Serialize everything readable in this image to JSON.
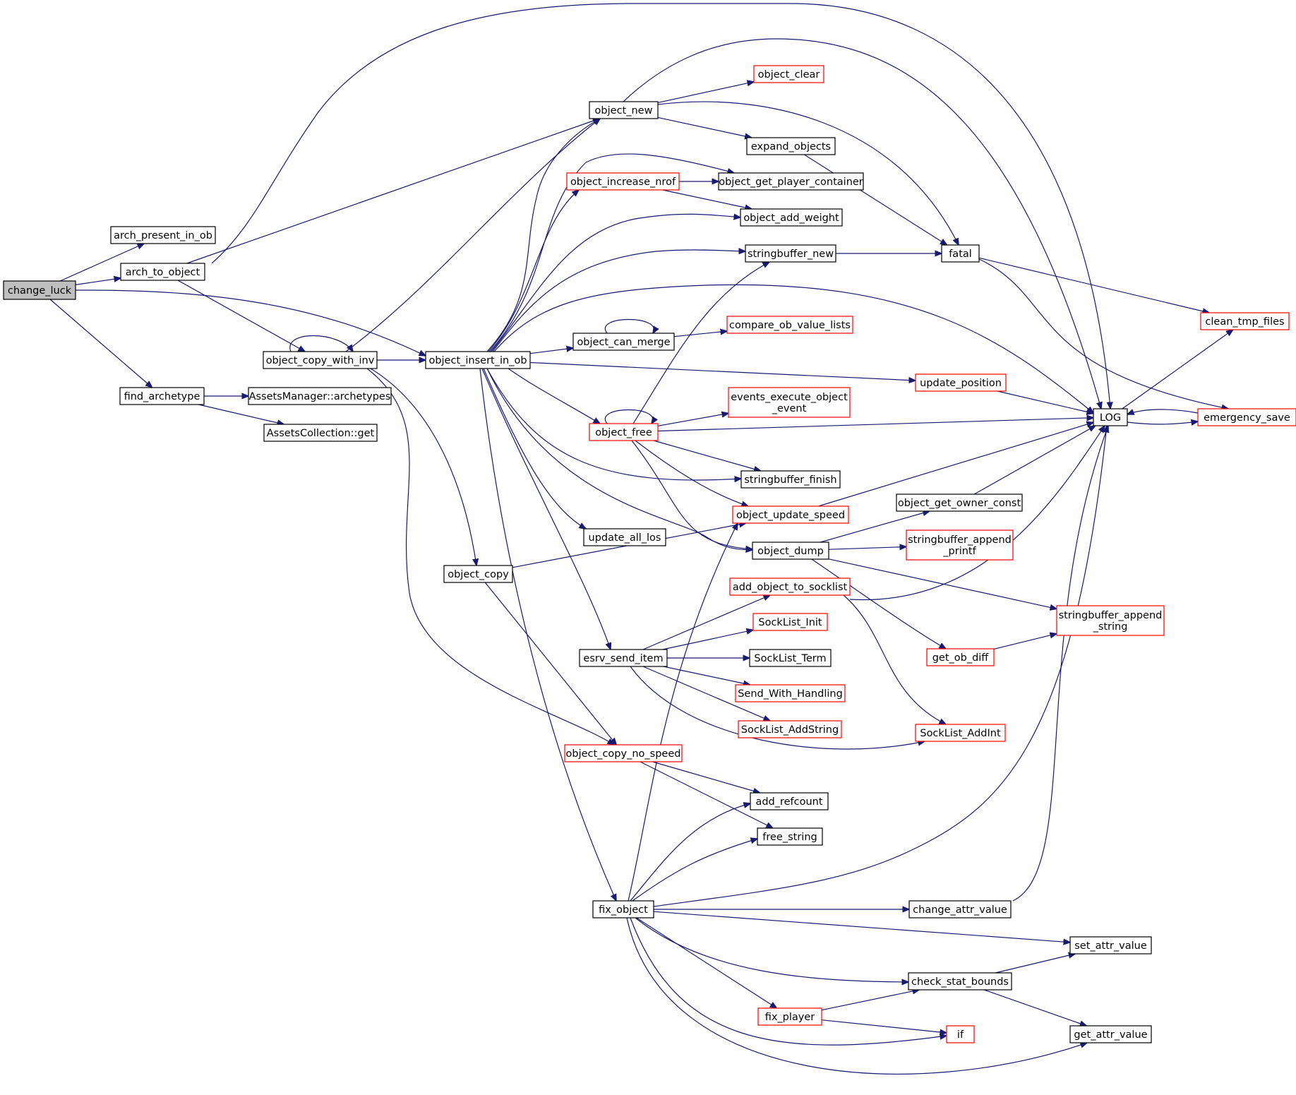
{
  "colors": {
    "edge": "#191970",
    "node_border_default": "#000000",
    "node_border_truncated": "#ff0000",
    "root_fill": "#bfbfbf",
    "node_fill": "#ffffff"
  },
  "diagram": {
    "type": "call-graph",
    "root": "change_luck",
    "nodes": [
      {
        "id": "change_luck",
        "label": "change_luck",
        "style": "root"
      },
      {
        "id": "arch_present_in_ob",
        "label": "arch_present_in_ob",
        "style": "normal"
      },
      {
        "id": "arch_to_object",
        "label": "arch_to_object",
        "style": "normal"
      },
      {
        "id": "find_archetype",
        "label": "find_archetype",
        "style": "normal"
      },
      {
        "id": "object_insert_in_ob",
        "label": "object_insert_in_ob",
        "style": "normal"
      },
      {
        "id": "object_new",
        "label": "object_new",
        "style": "normal"
      },
      {
        "id": "object_copy_with_inv",
        "label": "object_copy_with_inv",
        "style": "normal"
      },
      {
        "id": "assets_archetypes",
        "label": "AssetsManager::archetypes",
        "style": "normal"
      },
      {
        "id": "assets_get",
        "label": "AssetsCollection::get",
        "style": "normal"
      },
      {
        "id": "object_copy",
        "label": "object_copy",
        "style": "normal"
      },
      {
        "id": "object_copy_no_speed",
        "label": "object_copy_no_speed",
        "style": "truncated"
      },
      {
        "id": "LOG",
        "label": "LOG",
        "style": "normal"
      },
      {
        "id": "object_clear",
        "label": "object_clear",
        "style": "truncated"
      },
      {
        "id": "expand_objects",
        "label": "expand_objects",
        "style": "normal"
      },
      {
        "id": "fatal",
        "label": "fatal",
        "style": "normal"
      },
      {
        "id": "object_increase_nrof",
        "label": "object_increase_nrof",
        "style": "truncated"
      },
      {
        "id": "object_get_player_container",
        "label": "object_get_player_container",
        "style": "normal"
      },
      {
        "id": "object_add_weight",
        "label": "object_add_weight",
        "style": "normal"
      },
      {
        "id": "stringbuffer_new",
        "label": "stringbuffer_new",
        "style": "normal"
      },
      {
        "id": "object_can_merge",
        "label": "object_can_merge",
        "style": "normal"
      },
      {
        "id": "compare_ob_value_lists",
        "label": "compare_ob_value_lists",
        "style": "truncated"
      },
      {
        "id": "update_position",
        "label": "update_position",
        "style": "truncated"
      },
      {
        "id": "object_free",
        "label": "object_free",
        "style": "truncated"
      },
      {
        "id": "events_execute_object_event",
        "label": "events_execute_object\n_event",
        "style": "truncated"
      },
      {
        "id": "stringbuffer_finish",
        "label": "stringbuffer_finish",
        "style": "normal"
      },
      {
        "id": "object_update_speed",
        "label": "object_update_speed",
        "style": "truncated"
      },
      {
        "id": "object_dump",
        "label": "object_dump",
        "style": "normal"
      },
      {
        "id": "update_all_los",
        "label": "update_all_los",
        "style": "normal"
      },
      {
        "id": "object_get_owner_const",
        "label": "object_get_owner_const",
        "style": "normal"
      },
      {
        "id": "stringbuffer_append_printf",
        "label": "stringbuffer_append\n_printf",
        "style": "truncated"
      },
      {
        "id": "add_object_to_socklist",
        "label": "add_object_to_socklist",
        "style": "truncated"
      },
      {
        "id": "stringbuffer_append_string",
        "label": "stringbuffer_append\n_string",
        "style": "truncated"
      },
      {
        "id": "SockList_Init",
        "label": "SockList_Init",
        "style": "truncated"
      },
      {
        "id": "esrv_send_item",
        "label": "esrv_send_item",
        "style": "normal"
      },
      {
        "id": "SockList_Term",
        "label": "SockList_Term",
        "style": "normal"
      },
      {
        "id": "get_ob_diff",
        "label": "get_ob_diff",
        "style": "truncated"
      },
      {
        "id": "Send_With_Handling",
        "label": "Send_With_Handling",
        "style": "truncated"
      },
      {
        "id": "SockList_AddString",
        "label": "SockList_AddString",
        "style": "truncated"
      },
      {
        "id": "SockList_AddInt",
        "label": "SockList_AddInt",
        "style": "truncated"
      },
      {
        "id": "clean_tmp_files",
        "label": "clean_tmp_files",
        "style": "truncated"
      },
      {
        "id": "emergency_save",
        "label": "emergency_save",
        "style": "truncated"
      },
      {
        "id": "add_refcount",
        "label": "add_refcount",
        "style": "normal"
      },
      {
        "id": "free_string",
        "label": "free_string",
        "style": "normal"
      },
      {
        "id": "fix_object",
        "label": "fix_object",
        "style": "normal"
      },
      {
        "id": "change_attr_value",
        "label": "change_attr_value",
        "style": "normal"
      },
      {
        "id": "set_attr_value",
        "label": "set_attr_value",
        "style": "normal"
      },
      {
        "id": "check_stat_bounds",
        "label": "check_stat_bounds",
        "style": "normal"
      },
      {
        "id": "fix_player",
        "label": "fix_player",
        "style": "truncated"
      },
      {
        "id": "if",
        "label": "if",
        "style": "truncated"
      },
      {
        "id": "get_attr_value",
        "label": "get_attr_value",
        "style": "normal"
      }
    ],
    "edges": [
      {
        "from": "change_luck",
        "to": "arch_present_in_ob"
      },
      {
        "from": "change_luck",
        "to": "arch_to_object"
      },
      {
        "from": "change_luck",
        "to": "find_archetype"
      },
      {
        "from": "change_luck",
        "to": "object_insert_in_ob"
      },
      {
        "from": "arch_to_object",
        "to": "LOG"
      },
      {
        "from": "arch_to_object",
        "to": "object_new"
      },
      {
        "from": "arch_to_object",
        "to": "object_copy_with_inv"
      },
      {
        "from": "find_archetype",
        "to": "assets_archetypes"
      },
      {
        "from": "find_archetype",
        "to": "assets_get"
      },
      {
        "from": "object_copy_with_inv",
        "to": "object_copy_with_inv"
      },
      {
        "from": "object_copy_with_inv",
        "to": "object_insert_in_ob"
      },
      {
        "from": "object_copy_with_inv",
        "to": "object_new"
      },
      {
        "from": "object_copy_with_inv",
        "to": "object_copy"
      },
      {
        "from": "object_copy_with_inv",
        "to": "object_copy_no_speed"
      },
      {
        "from": "object_new",
        "to": "object_clear"
      },
      {
        "from": "object_new",
        "to": "LOG"
      },
      {
        "from": "object_new",
        "to": "expand_objects"
      },
      {
        "from": "object_new",
        "to": "fatal"
      },
      {
        "from": "expand_objects",
        "to": "fatal"
      },
      {
        "from": "object_insert_in_ob",
        "to": "object_new"
      },
      {
        "from": "object_insert_in_ob",
        "to": "object_increase_nrof"
      },
      {
        "from": "object_insert_in_ob",
        "to": "object_get_player_container"
      },
      {
        "from": "object_insert_in_ob",
        "to": "object_add_weight"
      },
      {
        "from": "object_insert_in_ob",
        "to": "stringbuffer_new"
      },
      {
        "from": "object_insert_in_ob",
        "to": "LOG"
      },
      {
        "from": "object_insert_in_ob",
        "to": "object_can_merge"
      },
      {
        "from": "object_insert_in_ob",
        "to": "update_position"
      },
      {
        "from": "object_insert_in_ob",
        "to": "object_free"
      },
      {
        "from": "object_insert_in_ob",
        "to": "stringbuffer_finish"
      },
      {
        "from": "object_insert_in_ob",
        "to": "object_dump"
      },
      {
        "from": "object_insert_in_ob",
        "to": "update_all_los"
      },
      {
        "from": "object_insert_in_ob",
        "to": "esrv_send_item"
      },
      {
        "from": "object_insert_in_ob",
        "to": "fix_object"
      },
      {
        "from": "object_increase_nrof",
        "to": "object_get_player_container"
      },
      {
        "from": "object_increase_nrof",
        "to": "object_add_weight"
      },
      {
        "from": "stringbuffer_new",
        "to": "fatal"
      },
      {
        "from": "fatal",
        "to": "clean_tmp_files"
      },
      {
        "from": "fatal",
        "to": "emergency_save"
      },
      {
        "from": "object_can_merge",
        "to": "object_can_merge"
      },
      {
        "from": "object_can_merge",
        "to": "compare_ob_value_lists"
      },
      {
        "from": "update_position",
        "to": "LOG"
      },
      {
        "from": "object_free",
        "to": "object_free"
      },
      {
        "from": "object_free",
        "to": "stringbuffer_new"
      },
      {
        "from": "object_free",
        "to": "events_execute_object_event"
      },
      {
        "from": "object_free",
        "to": "LOG"
      },
      {
        "from": "object_free",
        "to": "stringbuffer_finish"
      },
      {
        "from": "object_free",
        "to": "object_update_speed"
      },
      {
        "from": "object_free",
        "to": "object_dump"
      },
      {
        "from": "object_update_speed",
        "to": "LOG"
      },
      {
        "from": "object_dump",
        "to": "object_get_owner_const"
      },
      {
        "from": "object_dump",
        "to": "stringbuffer_append_printf"
      },
      {
        "from": "object_dump",
        "to": "stringbuffer_append_string"
      },
      {
        "from": "object_dump",
        "to": "get_ob_diff"
      },
      {
        "from": "object_get_owner_const",
        "to": "LOG"
      },
      {
        "from": "LOG",
        "to": "clean_tmp_files"
      },
      {
        "from": "LOG",
        "to": "emergency_save"
      },
      {
        "from": "emergency_save",
        "to": "LOG"
      },
      {
        "from": "object_copy",
        "to": "object_update_speed"
      },
      {
        "from": "object_copy",
        "to": "object_copy_no_speed"
      },
      {
        "from": "add_object_to_socklist",
        "to": "LOG"
      },
      {
        "from": "add_object_to_socklist",
        "to": "SockList_AddInt"
      },
      {
        "from": "esrv_send_item",
        "to": "add_object_to_socklist"
      },
      {
        "from": "esrv_send_item",
        "to": "SockList_Init"
      },
      {
        "from": "esrv_send_item",
        "to": "SockList_Term"
      },
      {
        "from": "esrv_send_item",
        "to": "Send_With_Handling"
      },
      {
        "from": "esrv_send_item",
        "to": "SockList_AddString"
      },
      {
        "from": "esrv_send_item",
        "to": "SockList_AddInt"
      },
      {
        "from": "get_ob_diff",
        "to": "stringbuffer_append_string"
      },
      {
        "from": "object_copy_no_speed",
        "to": "add_refcount"
      },
      {
        "from": "object_copy_no_speed",
        "to": "free_string"
      },
      {
        "from": "fix_object",
        "to": "object_update_speed"
      },
      {
        "from": "fix_object",
        "to": "add_refcount"
      },
      {
        "from": "fix_object",
        "to": "free_string"
      },
      {
        "from": "fix_object",
        "to": "LOG"
      },
      {
        "from": "fix_object",
        "to": "change_attr_value"
      },
      {
        "from": "fix_object",
        "to": "set_attr_value"
      },
      {
        "from": "fix_object",
        "to": "check_stat_bounds"
      },
      {
        "from": "fix_object",
        "to": "fix_player"
      },
      {
        "from": "fix_object",
        "to": "if"
      },
      {
        "from": "fix_object",
        "to": "get_attr_value"
      },
      {
        "from": "change_attr_value",
        "to": "LOG"
      },
      {
        "from": "check_stat_bounds",
        "to": "set_attr_value"
      },
      {
        "from": "check_stat_bounds",
        "to": "get_attr_value"
      },
      {
        "from": "fix_player",
        "to": "check_stat_bounds"
      },
      {
        "from": "fix_player",
        "to": "if"
      }
    ]
  }
}
